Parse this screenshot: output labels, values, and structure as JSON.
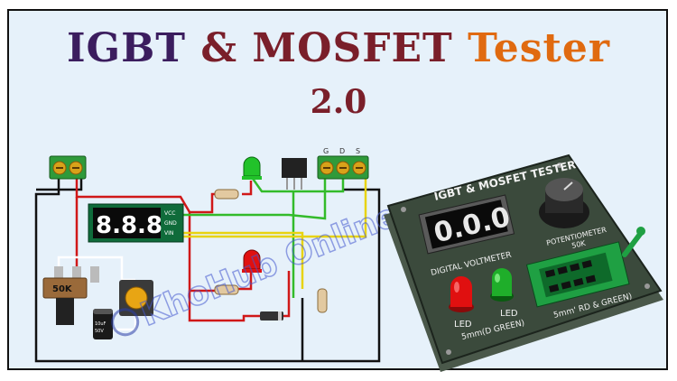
{
  "title": {
    "part_a": "IGBT",
    "amp": "&",
    "part_b": "MOSFET",
    "part_c": "Tester",
    "version": "2.0"
  },
  "schematic": {
    "pot_label": "50K",
    "display_digits": "8.8.8",
    "pins": [
      "VCC",
      "GND",
      "VIN"
    ],
    "terminal_labels": [
      "G",
      "D",
      "S"
    ],
    "cap_label_1": "10uF",
    "cap_label_2": "50V"
  },
  "watermark": "KhoHub Online",
  "board": {
    "header": "IGBT & MOSFET TESTER",
    "display_digits": "0.0.0",
    "voltmeter_label": "DIGITAL VOLTMETER",
    "pot_label_1": "POTENTIOMETER",
    "pot_label_2": "50K",
    "led_label_1": "LED",
    "led_label_2": "LED",
    "led_desc_1": "5mm(D GREEN)",
    "led_desc_2": "5mm' RD & GREEN)"
  },
  "colors": {
    "title_dark": "#3b1d5e",
    "title_red": "#7a1f2a",
    "title_orange": "#e06a10",
    "terminal": "#2f9a3a",
    "board": "#3b4a3c",
    "led_red": "#e01010",
    "led_green": "#1fae2a"
  }
}
